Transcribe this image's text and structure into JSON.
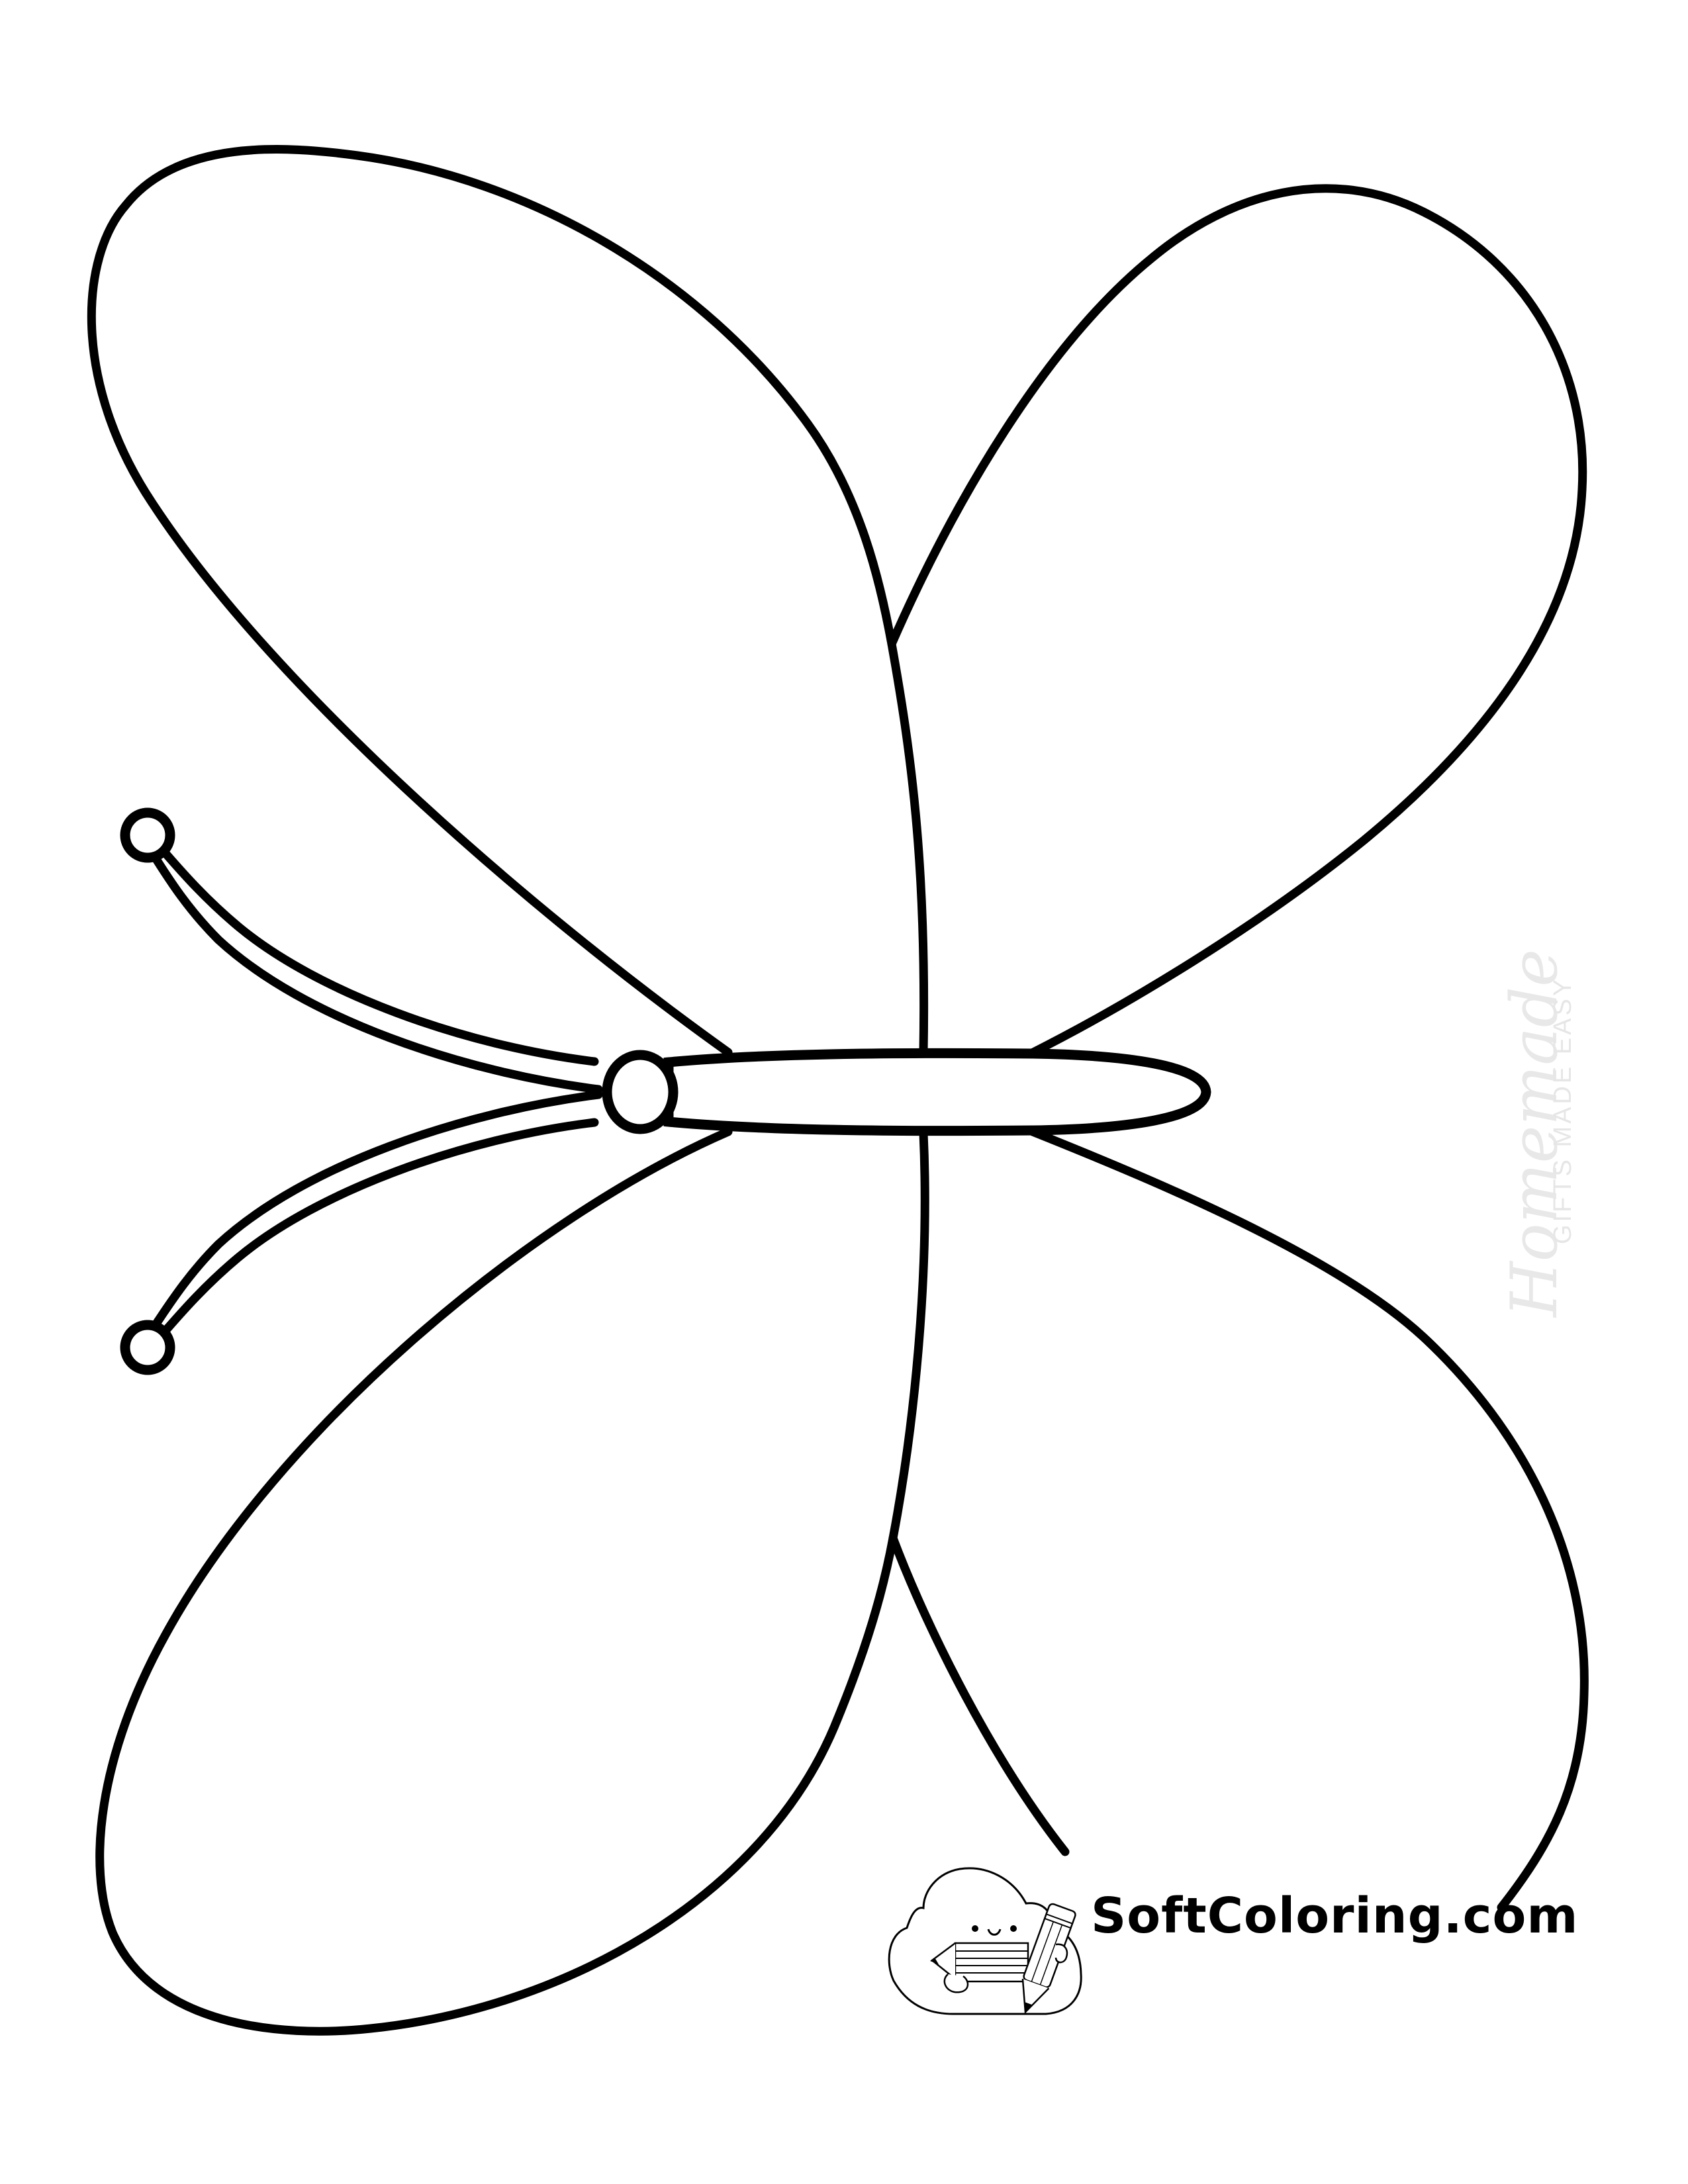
{
  "page": {
    "type": "coloring-page",
    "subject": "butterfly outline",
    "background": "#ffffff",
    "line_color": "#000000"
  },
  "brand": {
    "logo_icon": "cloud-with-pencils-icon",
    "label": "SoftColoring.com"
  },
  "watermark": {
    "script_text": "Homemade",
    "tagline": "GIFTS MADE EASY",
    "color": "#e8e8e8"
  },
  "butterfly": {
    "parts": [
      "upper-left-wing",
      "upper-right-wing",
      "lower-left-wing",
      "lower-right-wing",
      "body",
      "head",
      "upper-antenna",
      "lower-antenna"
    ]
  }
}
